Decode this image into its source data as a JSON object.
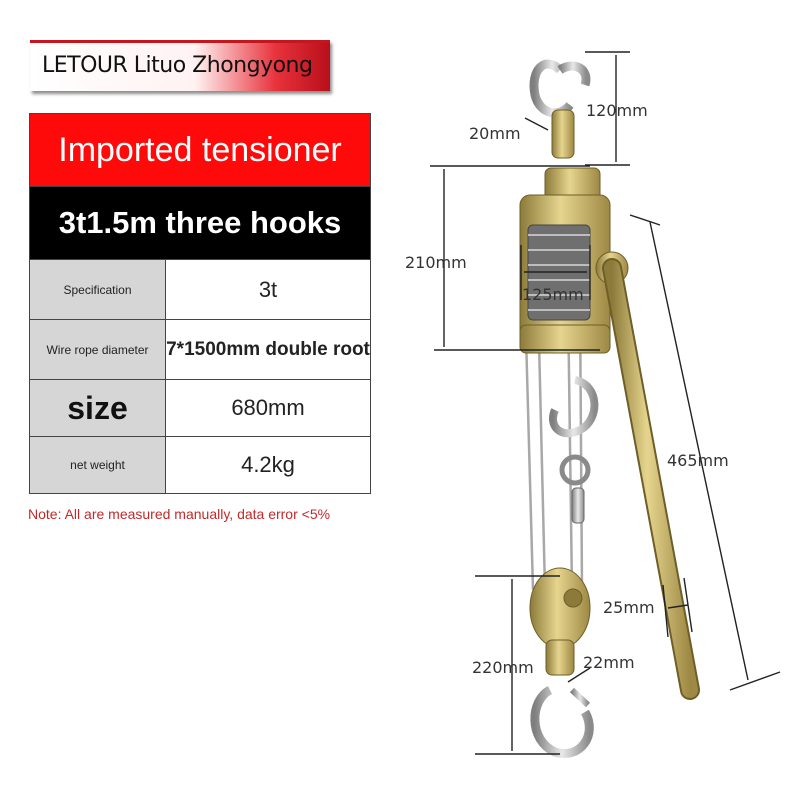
{
  "brand": {
    "name": "LETOUR Lituo Zhongyong"
  },
  "table": {
    "title": "Imported tensioner",
    "subtitle": "3t1.5m three hooks",
    "rows": [
      {
        "label": "Specification",
        "value": "3t"
      },
      {
        "label": "Wire rope diameter",
        "value": "7*1500mm double root"
      },
      {
        "label": "size",
        "value": "680mm"
      },
      {
        "label": "net weight",
        "value": "4.2kg"
      }
    ]
  },
  "note": "Note: All are measured manually, data error <5%",
  "dimensions": {
    "top_hook_height": "120mm",
    "top_hook_gap": "20mm",
    "body_height": "210mm",
    "drum_width": "125mm",
    "handle_length": "465mm",
    "handle_diameter": "25mm",
    "bottom_hook_height": "220mm",
    "bottom_hook_gap": "22mm"
  },
  "colors": {
    "title_bg": "#ff0a0a",
    "subtitle_bg": "#000000",
    "note": "#c22a2a",
    "metal": "#c8b467"
  }
}
